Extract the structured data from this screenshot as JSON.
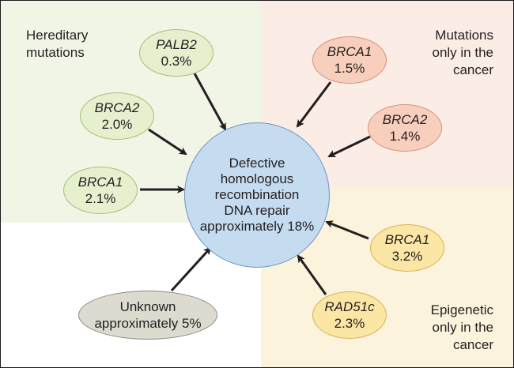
{
  "colors": {
    "green_region": "#f1f5e6",
    "pink_region": "#fcece6",
    "yellow_region": "#fcf3dc",
    "green_node": "#e6f0cf",
    "green_border": "#a6bd73",
    "pink_node": "#f8cfbd",
    "pink_border": "#d59279",
    "yellow_node": "#fbe6a6",
    "yellow_border": "#d3b456",
    "gray_node": "#dddbcf",
    "gray_border": "#8a8a7c",
    "center_node": "#c5dbf0",
    "center_border": "#6d93bf",
    "arrow": "#231f20"
  },
  "regions": {
    "hereditary": [
      "Hereditary",
      "mutations"
    ],
    "somatic": [
      "Mutations",
      "only in the",
      "cancer"
    ],
    "epigenetic": [
      "Epigenetic",
      "only in the",
      "cancer"
    ]
  },
  "center": {
    "lines": [
      "Defective",
      "homologous",
      "recombination",
      "DNA repair",
      "approximately 18%"
    ]
  },
  "nodes": {
    "hereditary_palb2": {
      "gene": "PALB2",
      "value": "0.3%"
    },
    "hereditary_brca2": {
      "gene": "BRCA2",
      "value": "2.0%"
    },
    "hereditary_brca1": {
      "gene": "BRCA1",
      "value": "2.1%"
    },
    "somatic_brca1": {
      "gene": "BRCA1",
      "value": "1.5%"
    },
    "somatic_brca2": {
      "gene": "BRCA2",
      "value": "1.4%"
    },
    "epigenetic_brca1": {
      "gene": "BRCA1",
      "value": "3.2%"
    },
    "epigenetic_rad51c": {
      "gene": "RAD51c",
      "value": "2.3%"
    },
    "unknown": {
      "label": "Unknown",
      "value": "approximately 5%"
    }
  }
}
